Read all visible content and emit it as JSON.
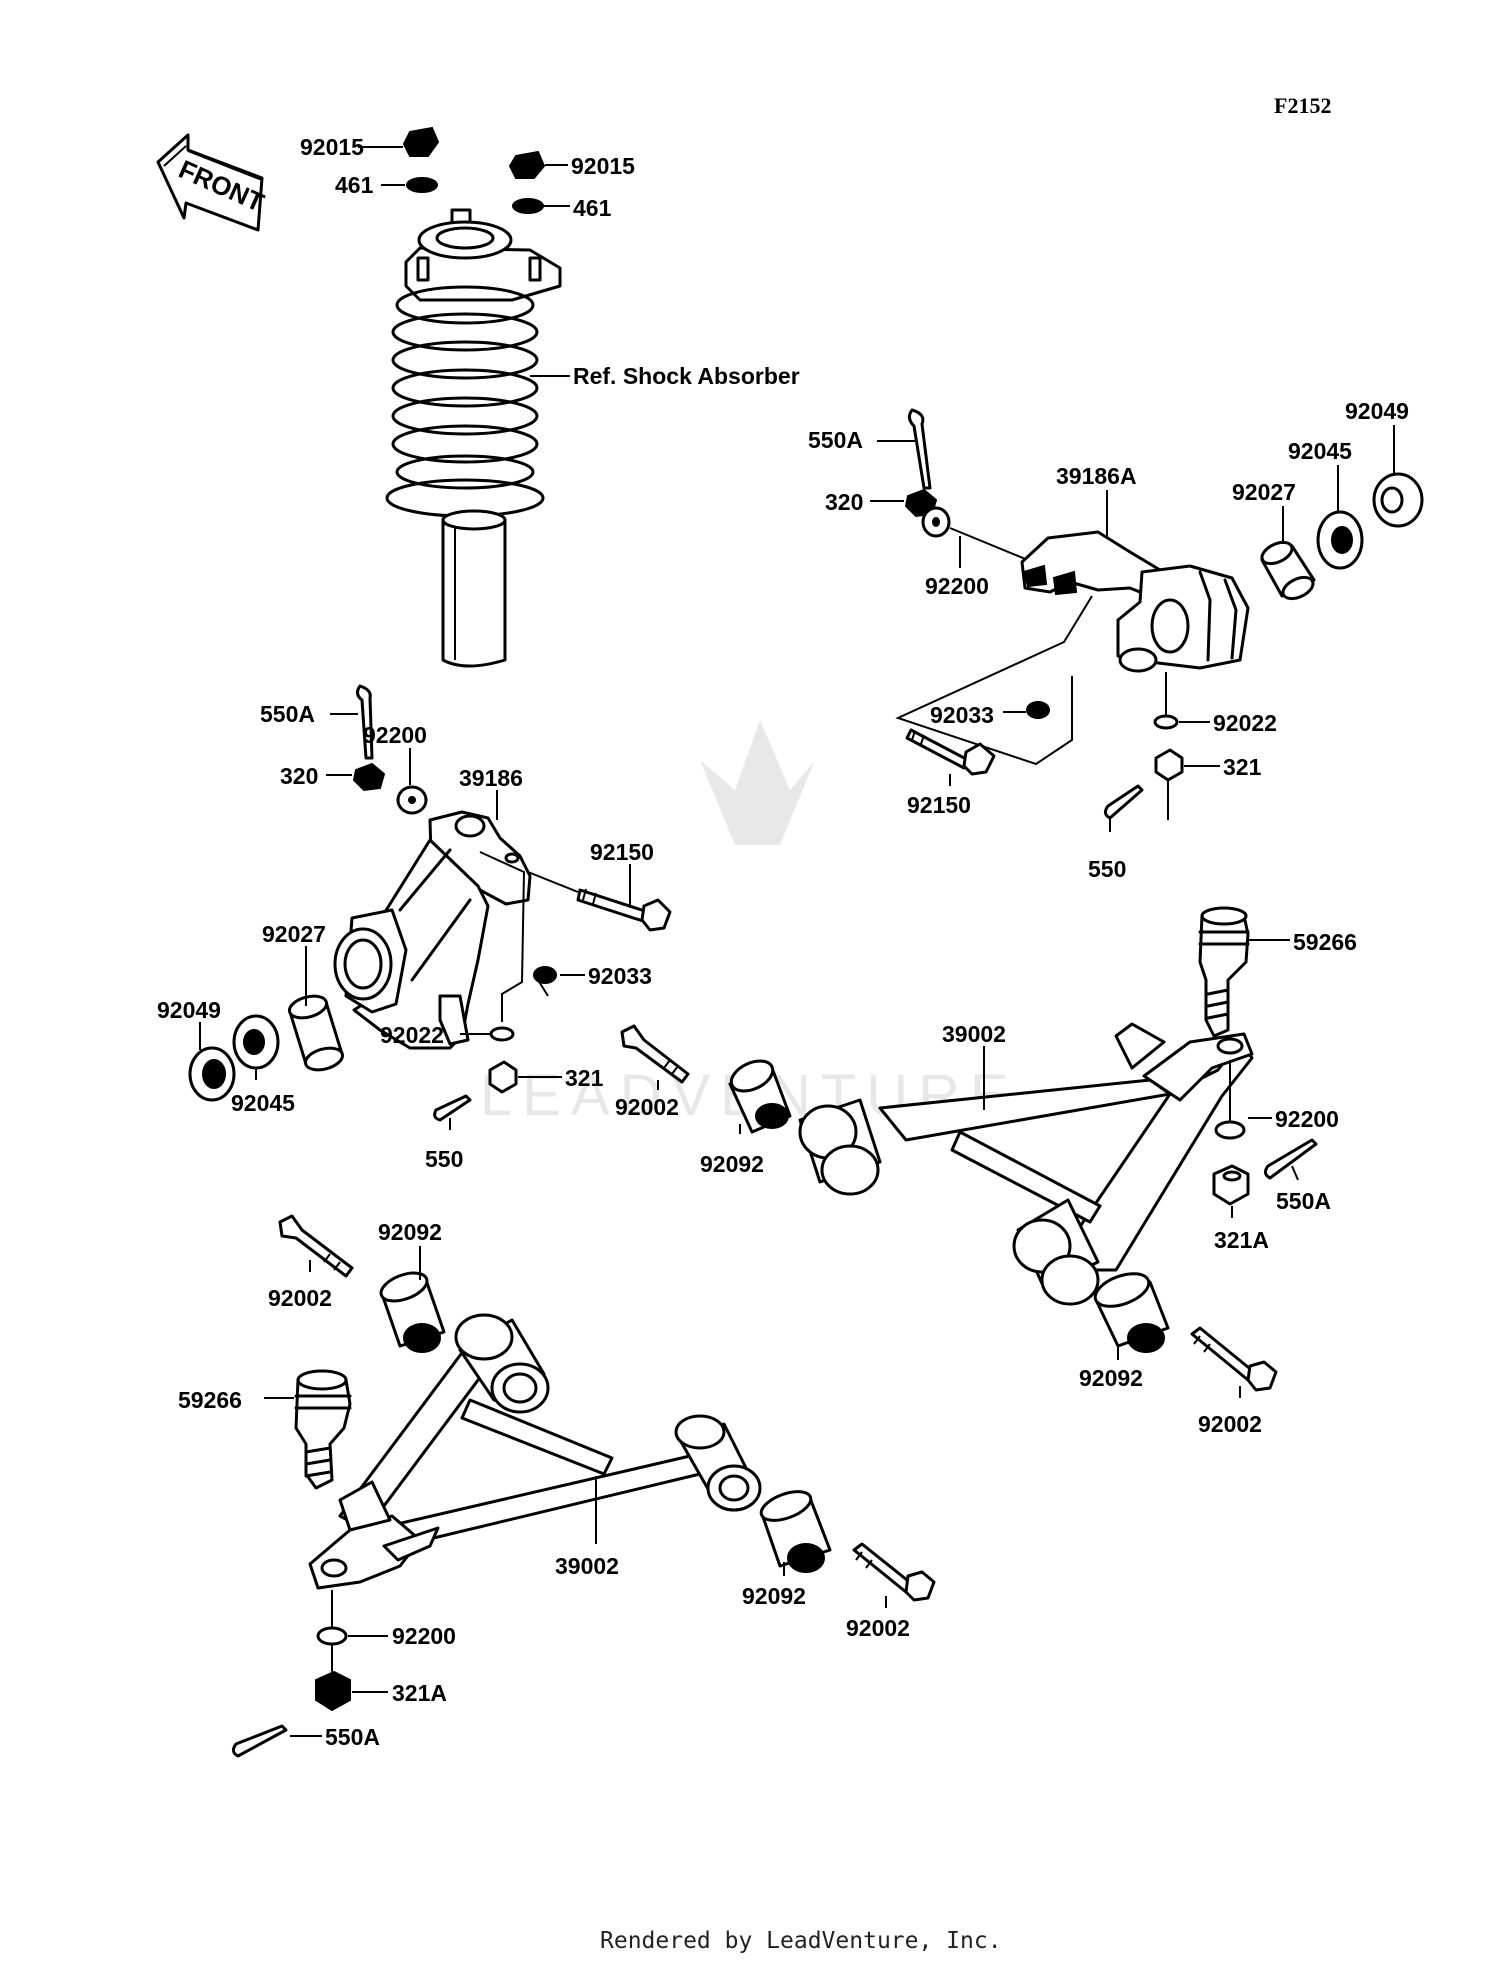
{
  "figure_code": "F2152",
  "front_arrow_label": "FRONT",
  "footer": "Rendered by LeadVenture, Inc.",
  "watermark": "LEADVENTURE",
  "callouts": {
    "nut_92015_left": "92015",
    "nut_92015_right": "92015",
    "washer_461_left": "461",
    "washer_461_right": "461",
    "shock_ref": "Ref. Shock Absorber",
    "rh_cotter_550a": "550A",
    "rh_nut_320": "320",
    "rh_washer_92200": "92200",
    "rh_knuckle_39186a": "39186A",
    "rh_bushing_92027": "92027",
    "rh_bearing_92045": "92045",
    "rh_seal_92049": "92049",
    "rh_clip_92033": "92033",
    "rh_bolt_92150": "92150",
    "rh_washer_92022": "92022",
    "rh_nut_321": "321",
    "rh_cotter_550": "550",
    "lh_cotter_550a": "550A",
    "lh_washer_92200": "92200",
    "lh_nut_320": "320",
    "lh_knuckle_39186": "39186",
    "lh_bolt_92150": "92150",
    "lh_bushing_92027": "92027",
    "lh_clip_92033": "92033",
    "lh_seal_92049": "92049",
    "lh_washer_92022": "92022",
    "lh_nut_321": "321",
    "lh_bearing_92045": "92045",
    "lh_cotter_550": "550",
    "upper_balljoint_59266": "59266",
    "upper_arm_39002": "39002",
    "upper_bolt_92002": "92002",
    "upper_bush_92092_left": "92092",
    "upper_washer_92200": "92200",
    "upper_cotter_550a": "550A",
    "upper_nut_321a": "321A",
    "upper_bush_92092_right": "92092",
    "upper_bolt_92002_right": "92002",
    "lower_bush_92092_top": "92092",
    "lower_bolt_92002_top": "92002",
    "lower_balljoint_59266": "59266",
    "lower_arm_39002": "39002",
    "lower_bush_92092_right": "92092",
    "lower_bolt_92002_right": "92002",
    "lower_washer_92200": "92200",
    "lower_nut_321a": "321A",
    "lower_cotter_550a": "550A"
  }
}
